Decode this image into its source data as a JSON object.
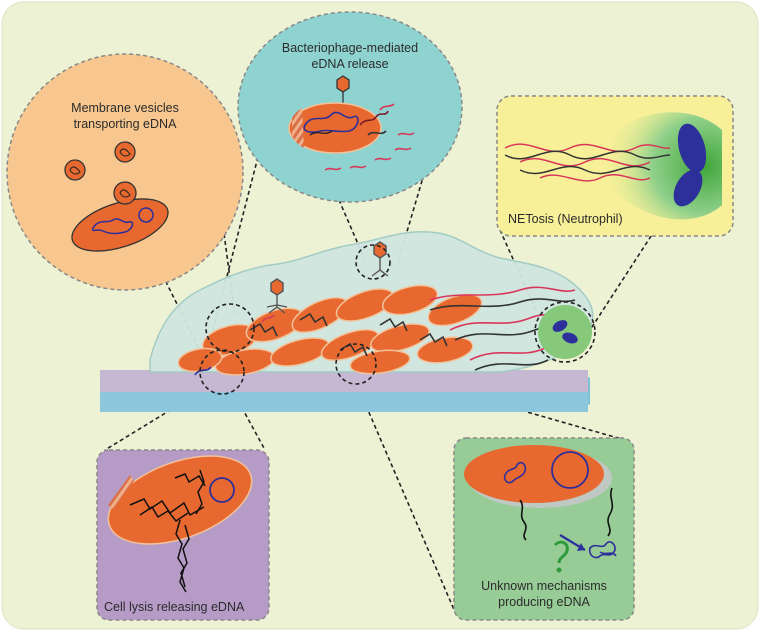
{
  "labels": {
    "membrane_vesicles_line1": "Membrane vesicles",
    "membrane_vesicles_line2": "transporting eDNA",
    "bacteriophage_line1": "Bacteriophage-mediated",
    "bacteriophage_line2": "eDNA release",
    "netosis": "NETosis (Neutrophil)",
    "cell_lysis": "Cell lysis releasing eDNA",
    "unknown_line1": "Unknown mechanisms",
    "unknown_line2": "producing eDNA"
  },
  "colors": {
    "background_panel": "#eef2d4",
    "vesicles_panel": "#f7c78f",
    "phage_panel": "#8fd3d1",
    "netosis_panel": "#f7f099",
    "lysis_panel": "#b79bc7",
    "unknown_panel": "#97cc97",
    "cell_orange": "#e8692f",
    "surface_blue": "#a9cfe0",
    "dna_blue": "#2d2f9a",
    "dna_red": "#d9365a",
    "neutrophil_green": "#5bb54a"
  },
  "icons": [
    "bacteriophage-icon",
    "neutrophil-icon",
    "bacterial-cell-icon",
    "vesicle-icon",
    "dna-strand-icon",
    "question-arrow-icon"
  ]
}
